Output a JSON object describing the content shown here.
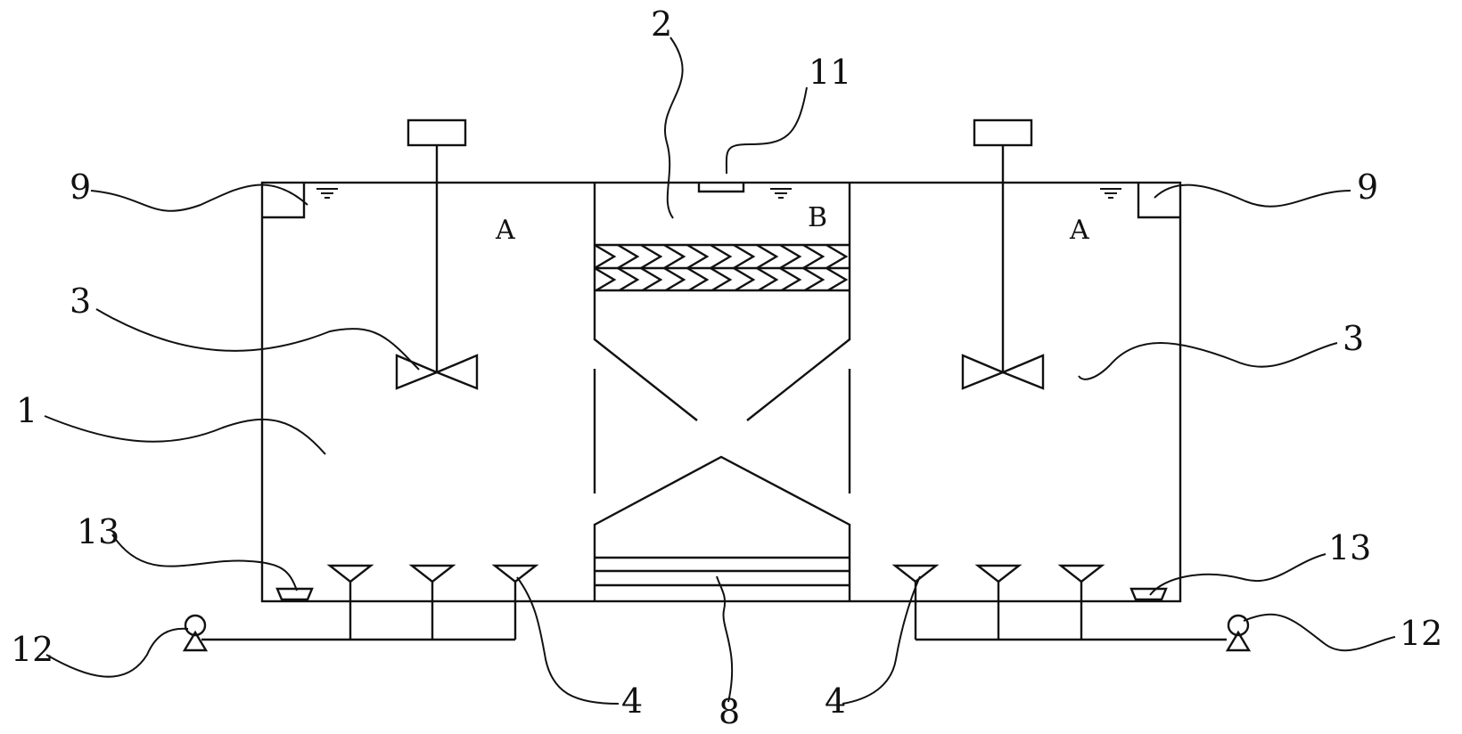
{
  "labels": {
    "tank": "1",
    "center_chamber": "2",
    "mixer_left": "3",
    "mixer_right": "3",
    "diffuser_left": "4",
    "diffuser_right": "4",
    "plate_pack": "8",
    "overflow_left": "9",
    "overflow_right": "9",
    "outlet_weir": "11",
    "pump_left": "12",
    "pump_right": "12",
    "sludge_left": "13",
    "sludge_right": "13"
  },
  "zones": {
    "left": "A",
    "center": "B",
    "right": "A"
  }
}
